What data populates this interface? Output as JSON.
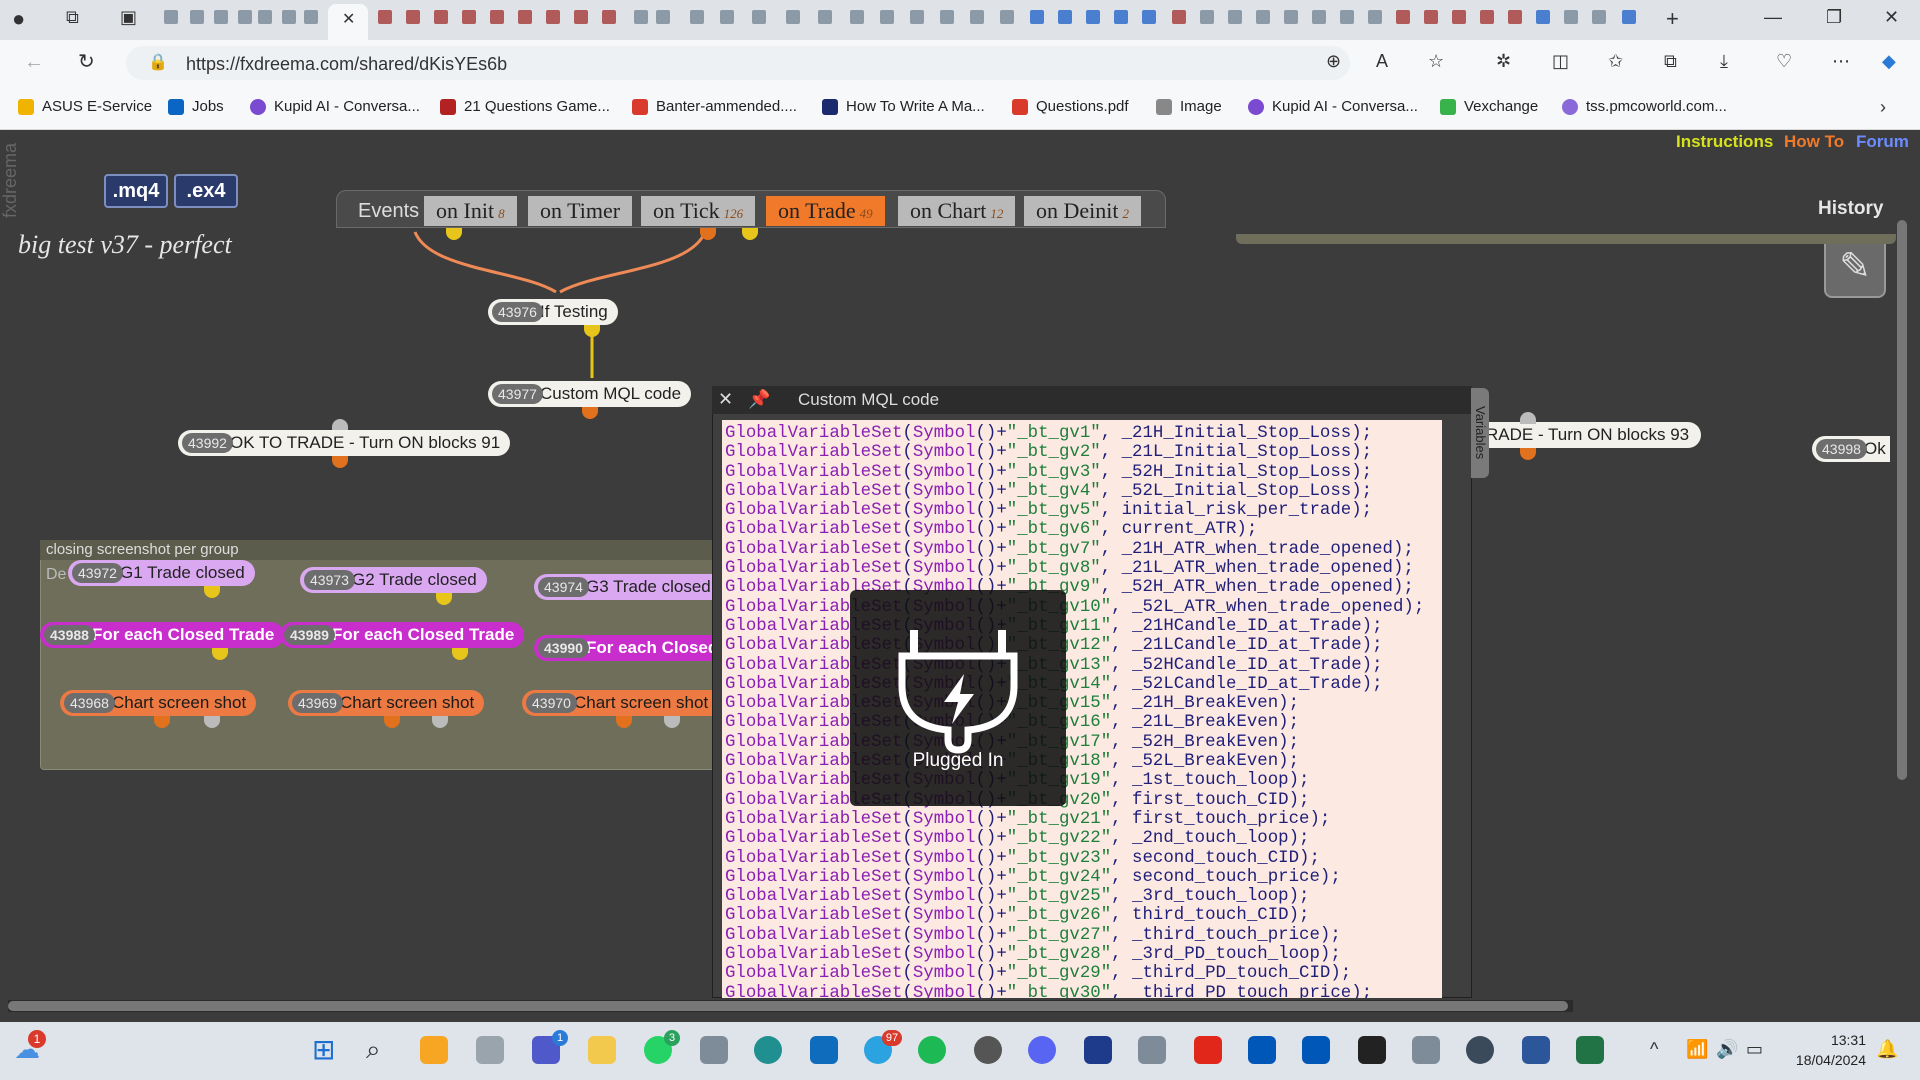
{
  "browser": {
    "url": "https://fxdreema.com/shared/dKisYEs6b",
    "bookmarks": [
      {
        "label": "ASUS E-Service",
        "color": "#f0b400"
      },
      {
        "label": "Jobs",
        "color": "#0a66c2"
      },
      {
        "label": "Kupid AI - Conversa...",
        "color": "#7a4ad0"
      },
      {
        "label": "21 Questions Game...",
        "color": "#b22222"
      },
      {
        "label": "Banter-ammended....",
        "color": "#d93a2b"
      },
      {
        "label": "How To Write A Ma...",
        "color": "#1a2a6c"
      },
      {
        "label": "Questions.pdf",
        "color": "#d93a2b"
      },
      {
        "label": "Image",
        "color": "#666666"
      },
      {
        "label": "Kupid AI - Conversa...",
        "color": "#7a4ad0"
      },
      {
        "label": "Vexchange",
        "color": "#38b24a"
      },
      {
        "label": "tss.pmcoworld.com...",
        "color": "#8a6ad8"
      }
    ]
  },
  "app": {
    "side_brand": "fxdreema",
    "mq4_label": ".mq4",
    "ex4_label": ".ex4",
    "project_title": "big test v37 - perfect",
    "links": {
      "instructions": "Instructions",
      "howto": "How To",
      "forum": "Forum"
    },
    "history_label": "History",
    "events_label": "Events",
    "event_tabs": [
      {
        "label": "on Init",
        "count": "8"
      },
      {
        "label": "on Timer",
        "count": ""
      },
      {
        "label": "on Tick",
        "count": "126"
      },
      {
        "label": "on Trade",
        "count": "49"
      },
      {
        "label": "on Chart",
        "count": "12"
      },
      {
        "label": "on Deinit",
        "count": "2"
      }
    ],
    "variables_label": "Variables",
    "group_title": "closing screenshot per group",
    "group_tag": "De",
    "blocks": {
      "if_testing": {
        "num": "43976",
        "label": "If Testing"
      },
      "custom_mql": {
        "num": "43977",
        "label": "Custom MQL code"
      },
      "ok_trade": {
        "num": "43992",
        "label": "OK TO TRADE - Turn ON blocks 91"
      },
      "ok_trade_right": {
        "label": "RADE - Turn ON blocks 93"
      },
      "right_cut": {
        "num": "43998",
        "label": "Ok"
      },
      "g1": {
        "num": "43972",
        "label": "G1 Trade closed"
      },
      "g2": {
        "num": "43973",
        "label": "G2 Trade closed"
      },
      "g3": {
        "num": "43974",
        "label": "G3 Trade closed"
      },
      "fe1": {
        "num": "43988",
        "label": "For each Closed Trade"
      },
      "fe2": {
        "num": "43989",
        "label": "For each Closed Trade"
      },
      "fe3": {
        "num": "43990",
        "label": "For each Closed"
      },
      "cs1": {
        "num": "43968",
        "label": "Chart screen shot"
      },
      "cs2": {
        "num": "43969",
        "label": "Chart screen shot"
      },
      "cs3": {
        "num": "43970",
        "label": "Chart screen shot"
      }
    },
    "mql_window_title": "Custom MQL code",
    "code_lines": [
      "GlobalVariableSet(Symbol()+\"_bt_gv1\", _21H_Initial_Stop_Loss);",
      "GlobalVariableSet(Symbol()+\"_bt_gv2\", _21L_Initial_Stop_Loss);",
      "GlobalVariableSet(Symbol()+\"_bt_gv3\", _52H_Initial_Stop_Loss);",
      "GlobalVariableSet(Symbol()+\"_bt_gv4\", _52L_Initial_Stop_Loss);",
      "GlobalVariableSet(Symbol()+\"_bt_gv5\", initial_risk_per_trade);",
      "GlobalVariableSet(Symbol()+\"_bt_gv6\", current_ATR);",
      "GlobalVariableSet(Symbol()+\"_bt_gv7\", _21H_ATR_when_trade_opened);",
      "GlobalVariableSet(Symbol()+\"_bt_gv8\", _21L_ATR_when_trade_opened);",
      "GlobalVariableSet(Symbol()+\"_bt_gv9\", _52H_ATR_when_trade_opened);",
      "GlobalVariableSet(Symbol()+\"_bt_gv10\", _52L_ATR_when_trade_opened);",
      "GlobalVariableSet(Symbol()+\"_bt_gv11\", _21HCandle_ID_at_Trade);",
      "GlobalVariableSet(Symbol()+\"_bt_gv12\", _21LCandle_ID_at_Trade);",
      "GlobalVariableSet(Symbol()+\"_bt_gv13\", _52HCandle_ID_at_Trade);",
      "GlobalVariableSet(Symbol()+\"_bt_gv14\", _52LCandle_ID_at_Trade);",
      "GlobalVariableSet(Symbol()+\"_bt_gv15\", _21H_BreakEven);",
      "GlobalVariableSet(Symbol()+\"_bt_gv16\", _21L_BreakEven);",
      "GlobalVariableSet(Symbol()+\"_bt_gv17\", _52H_BreakEven);",
      "GlobalVariableSet(Symbol()+\"_bt_gv18\", _52L_BreakEven);",
      "GlobalVariableSet(Symbol()+\"_bt_gv19\", _1st_touch_loop);",
      "GlobalVariableSet(Symbol()+\"_bt_gv20\", first_touch_CID);",
      "GlobalVariableSet(Symbol()+\"_bt_gv21\", first_touch_price);",
      "GlobalVariableSet(Symbol()+\"_bt_gv22\", _2nd_touch_loop);",
      "GlobalVariableSet(Symbol()+\"_bt_gv23\", second_touch_CID);",
      "GlobalVariableSet(Symbol()+\"_bt_gv24\", second_touch_price);",
      "GlobalVariableSet(Symbol()+\"_bt_gv25\", _3rd_touch_loop);",
      "GlobalVariableSet(Symbol()+\"_bt_gv26\", third_touch_CID);",
      "GlobalVariableSet(Symbol()+\"_bt_gv27\", _third_touch_price);",
      "GlobalVariableSet(Symbol()+\"_bt_gv28\", _3rd_PD_touch_loop);",
      "GlobalVariableSet(Symbol()+\"_bt_gv29\", _third_PD_touch_CID);",
      "GlobalVariableSet(Symbol()+\"_bt_gv30\", _third_PD_touch_price);"
    ],
    "overlay_label": "Plugged In"
  },
  "taskbar": {
    "time": "13:31",
    "date": "18/04/2024",
    "weather_badge": "1",
    "teams_badge": "1",
    "whatsapp_badge": "3",
    "telegram_badge": "97"
  },
  "colors": {
    "accent_trade_tab": "#f07a2a",
    "instructions": "#d6e21c",
    "howto": "#f07a2a",
    "forum": "#6b8cff"
  }
}
